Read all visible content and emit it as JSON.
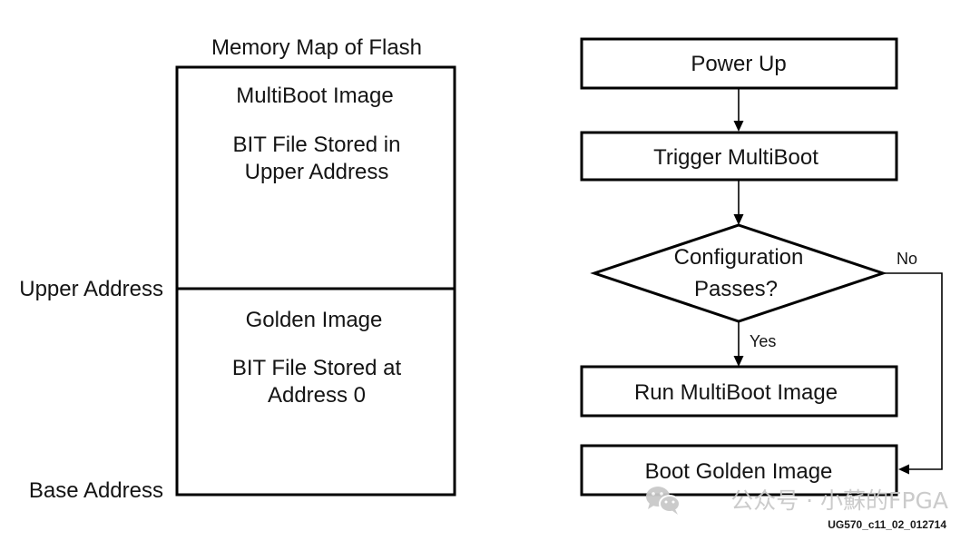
{
  "memory_map": {
    "title": "Memory Map of Flash",
    "upper_section": {
      "title": "MultiBoot Image",
      "line1": "BIT File Stored in",
      "line2": "Upper Address"
    },
    "lower_section": {
      "title": "Golden Image",
      "line1": "BIT File Stored at",
      "line2": "Address 0"
    },
    "upper_address_label": "Upper Address",
    "base_address_label": "Base Address"
  },
  "flowchart": {
    "power_up": "Power Up",
    "trigger": "Trigger MultiBoot",
    "decision": {
      "line1": "Configuration",
      "line2": "Passes?"
    },
    "no_label": "No",
    "yes_label": "Yes",
    "run": "Run MultiBoot Image",
    "boot_golden": "Boot Golden Image"
  },
  "figure_id": "UG570_c11_02_012714",
  "watermark": {
    "text": "公众号 · 小蘇的FPGA",
    "icon": "wechat-icon"
  },
  "colors": {
    "line": "#000000",
    "background": "#ffffff",
    "watermark": "#c9c9c9"
  }
}
